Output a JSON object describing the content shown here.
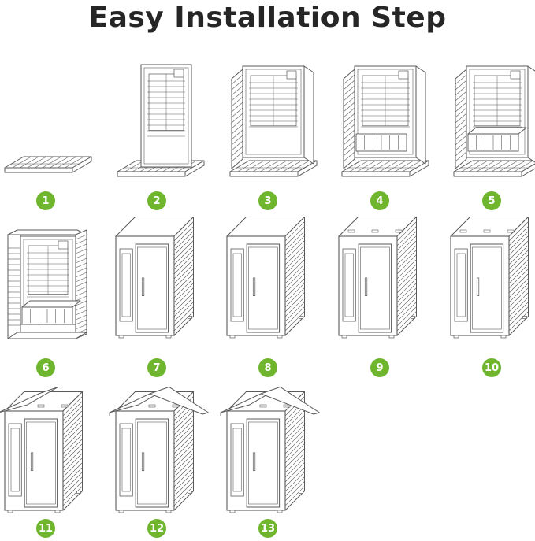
{
  "title": "Easy Installation Step",
  "colors": {
    "badge": "#6fb52e",
    "badge_text": "#ffffff",
    "line": "#5a5a5a",
    "title": "#262626"
  },
  "steps": [
    {
      "number": "1",
      "stage": "floor"
    },
    {
      "number": "2",
      "stage": "back-wall"
    },
    {
      "number": "3",
      "stage": "side-walls"
    },
    {
      "number": "4",
      "stage": "bench-front"
    },
    {
      "number": "5",
      "stage": "bench-seat"
    },
    {
      "number": "6",
      "stage": "side-wall"
    },
    {
      "number": "7",
      "stage": "front-door"
    },
    {
      "number": "8",
      "stage": "top-panel"
    },
    {
      "number": "9",
      "stage": "roof-frame"
    },
    {
      "number": "10",
      "stage": "roof-frame-2"
    },
    {
      "number": "11",
      "stage": "roof-left"
    },
    {
      "number": "12",
      "stage": "roof-right"
    },
    {
      "number": "13",
      "stage": "complete"
    }
  ]
}
